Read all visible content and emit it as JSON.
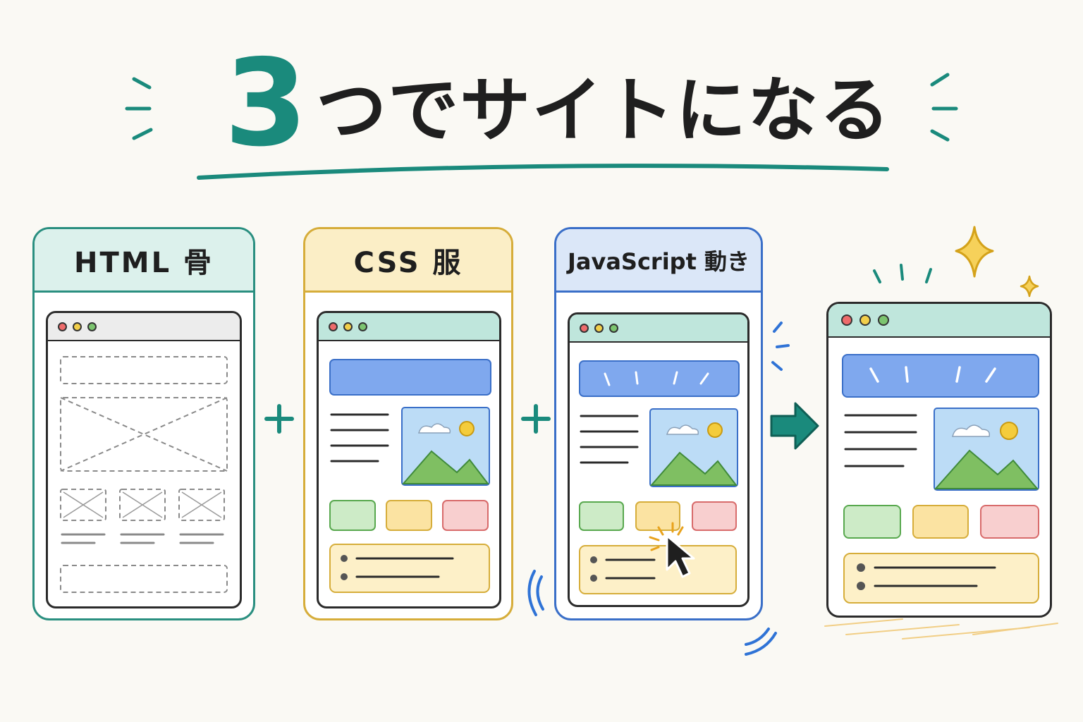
{
  "title": {
    "number": "3",
    "rest": "つでサイトになる"
  },
  "steps": [
    {
      "label": "HTML 骨",
      "role": "skeleton"
    },
    {
      "label": "CSS 服",
      "role": "style"
    },
    {
      "label": "JavaScript 動き",
      "role": "behavior"
    }
  ],
  "operators": {
    "plus": "+",
    "arrow": "arrow-right-icon"
  },
  "colors": {
    "teal": "#1a8a7c",
    "html_header": "#dcf1ec",
    "css_header": "#fbeec6",
    "js_header": "#dbe7f8",
    "hero_blue": "#7fa8ee",
    "card_green": "#cdebc7",
    "card_yellow": "#fbe3a2",
    "card_red": "#f8cfcf",
    "sparkle_gold": "#f1c23c"
  },
  "icons": [
    "browser-dots-icon",
    "image-placeholder-icon",
    "cloud-icon",
    "sun-icon",
    "mountain-icon",
    "cursor-icon",
    "sparkle-icon",
    "plus-icon",
    "arrow-right-icon"
  ]
}
